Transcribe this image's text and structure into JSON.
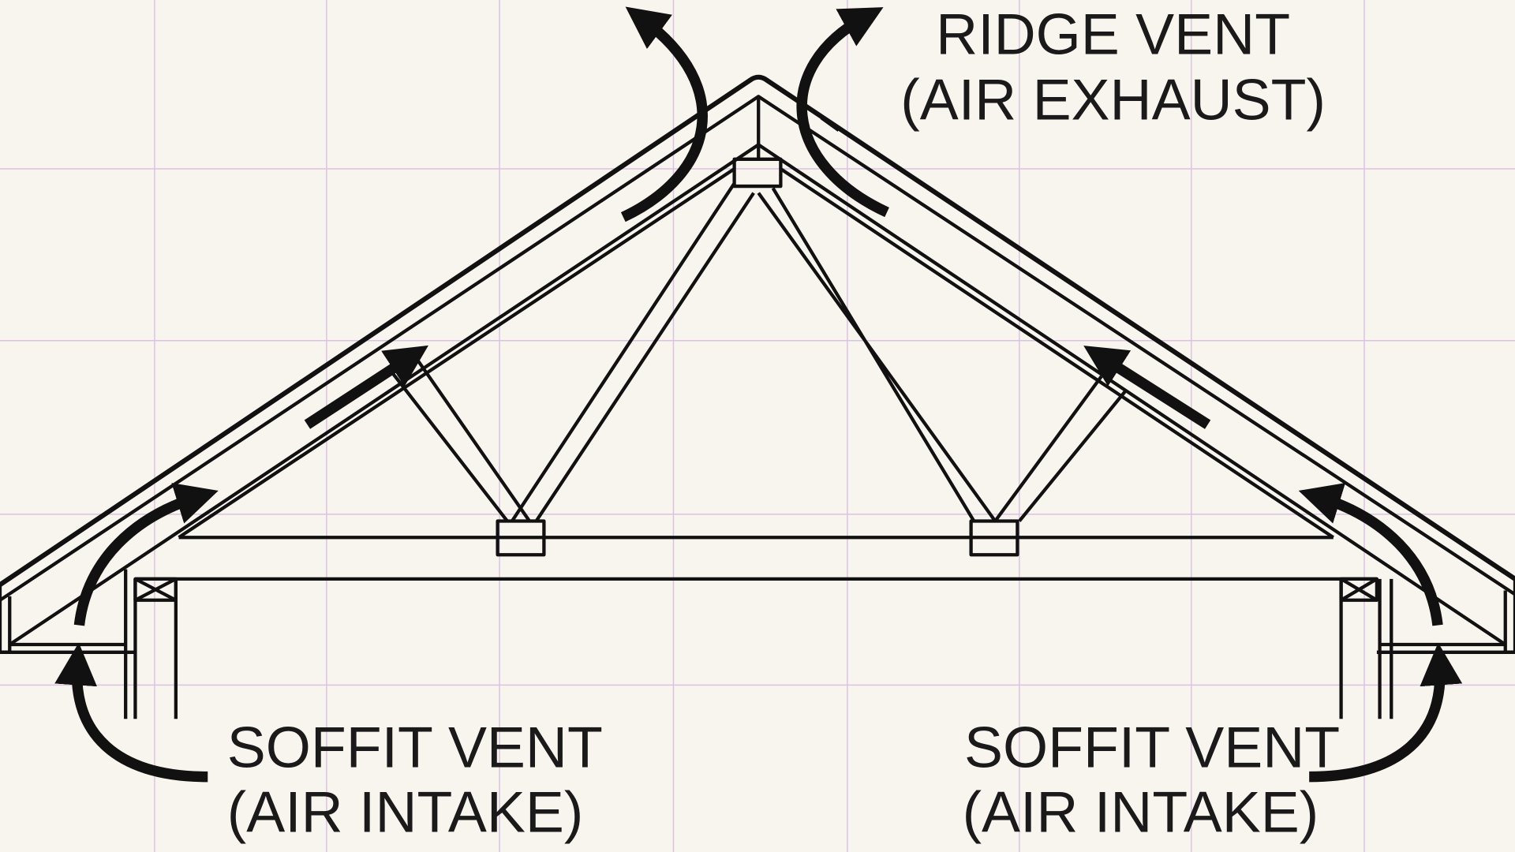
{
  "labels": {
    "ridge": {
      "line1": "RIDGE VENT",
      "line2": "(AIR EXHAUST)"
    },
    "soffit_left": {
      "line1": "SOFFIT VENT",
      "line2": "(AIR INTAKE)"
    },
    "soffit_right": {
      "line1": "SOFFIT VENT",
      "line2": "(AIR INTAKE)"
    }
  },
  "colors": {
    "background": "#f8f4ee",
    "grid": "#dcc2e2",
    "ink": "#111111"
  }
}
